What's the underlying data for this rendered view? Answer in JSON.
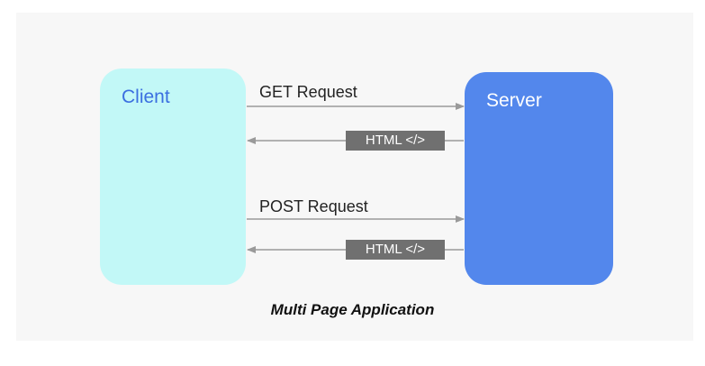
{
  "client": {
    "label": "Client"
  },
  "server": {
    "label": "Server"
  },
  "requests": {
    "get_label": "GET Request",
    "post_label": "POST Request"
  },
  "responses": {
    "html_tag_1": "HTML </>",
    "html_tag_2": "HTML </>"
  },
  "caption": "Multi Page Application",
  "colors": {
    "client_box": "#c2f8f7",
    "client_text": "#3b6fe0",
    "server_box": "#5387ec",
    "server_text": "#ffffff",
    "arrow": "#9a9a9a",
    "tag_background": "#707070",
    "panel_background": "#f7f7f7"
  }
}
